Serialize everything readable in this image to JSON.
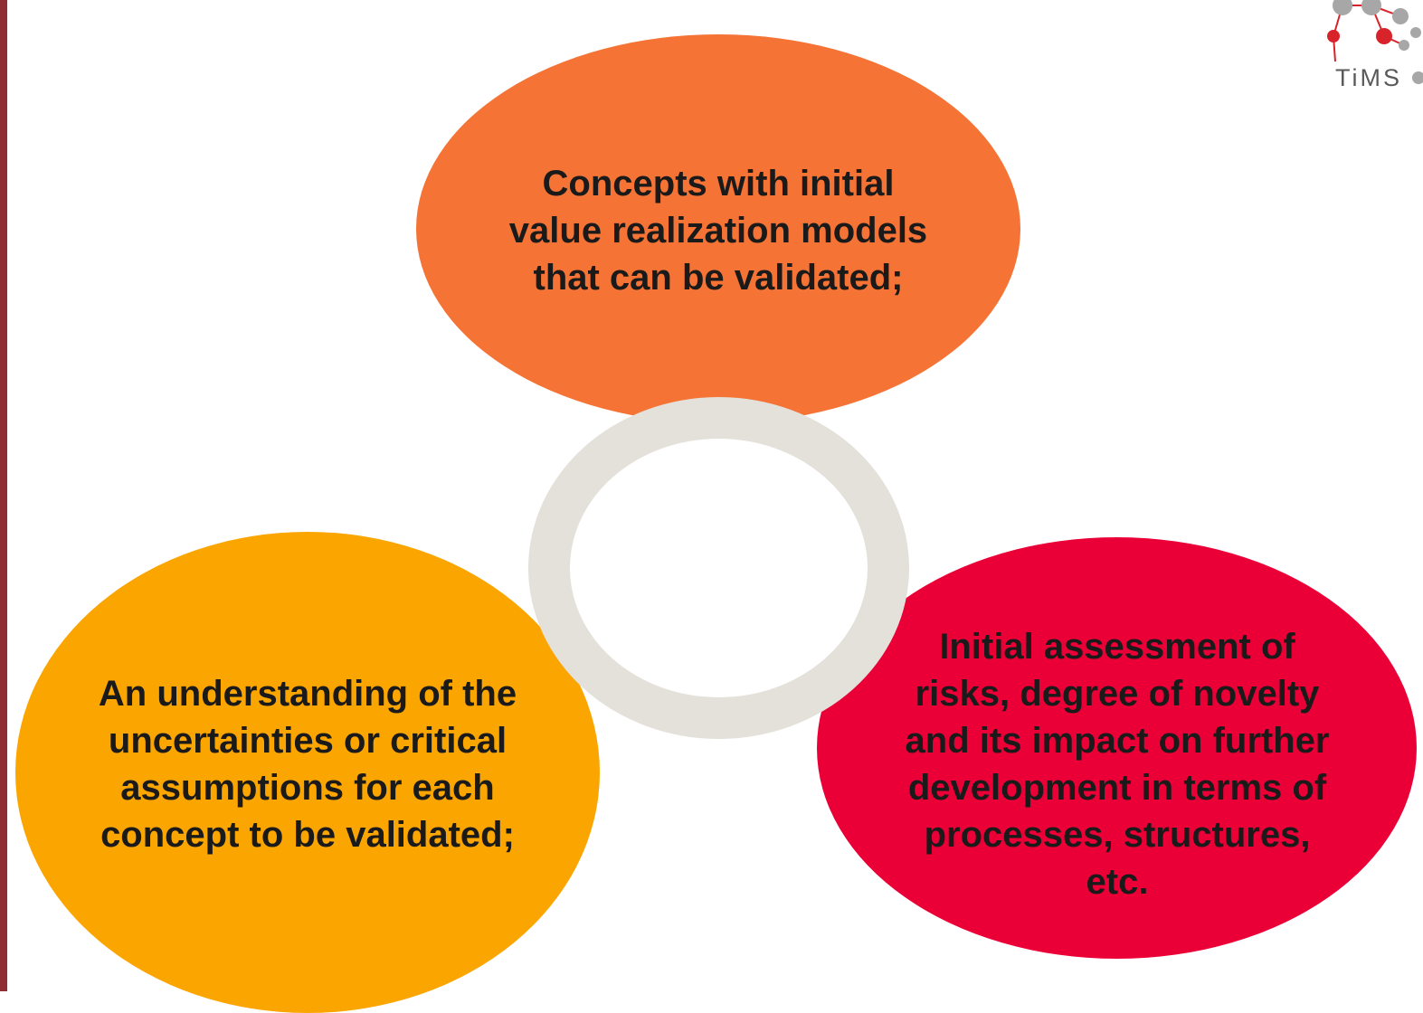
{
  "logo": {
    "text": "TiMS"
  },
  "colors": {
    "left_bar": "#8f2e33",
    "top_ellipse": "#f47335",
    "left_ellipse": "#fba500",
    "right_ellipse": "#ea0036",
    "center_ring": "#e4e1db",
    "logo_red": "#d8232a",
    "logo_grey": "#a7a7a7"
  },
  "diagram": {
    "top_text": "Concepts with initial value realization models that can be validated;",
    "left_text": "An understanding of the uncertainties or critical assumptions for each concept to be validated;",
    "right_text": "Initial assessment of risks, degree of novelty and its impact on further development in terms of processes, structures, etc."
  }
}
